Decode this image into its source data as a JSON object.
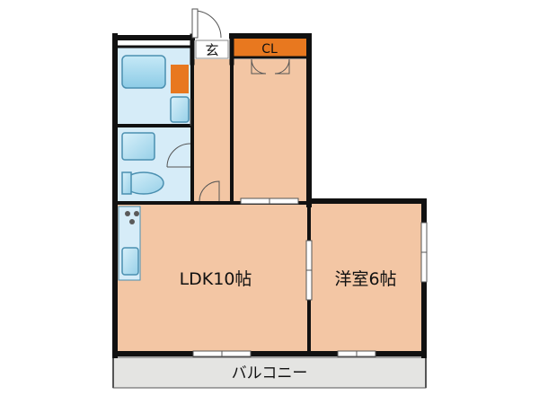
{
  "rooms": {
    "entrance": "玄",
    "closet": "CL",
    "ldk": "LDK10帖",
    "western_room": "洋室6帖",
    "balcony": "バルコニー"
  },
  "colors": {
    "floor": "#f3c6a4",
    "wet_area": "#d6ecf8",
    "fixture": "#a9d9ef",
    "closet_header": "#e8781f",
    "balcony": "#e4e4e2",
    "wall": "#111111",
    "cooktop": "#5a5a5a"
  }
}
